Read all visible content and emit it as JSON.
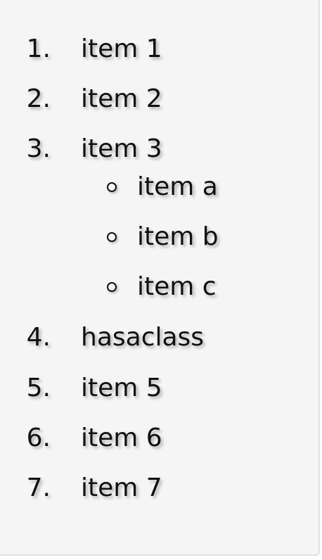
{
  "ordered_list": {
    "items": [
      {
        "number": "1.",
        "label": "item 1"
      },
      {
        "number": "2.",
        "label": "item 2"
      },
      {
        "number": "3.",
        "label": "item 3"
      },
      {
        "number": "4.",
        "label": "hasaclass"
      },
      {
        "number": "5.",
        "label": "item 5"
      },
      {
        "number": "6.",
        "label": "item 6"
      },
      {
        "number": "7.",
        "label": "item 7"
      }
    ],
    "nested_items": [
      {
        "label": "item a"
      },
      {
        "label": "item b"
      },
      {
        "label": "item c"
      }
    ]
  }
}
